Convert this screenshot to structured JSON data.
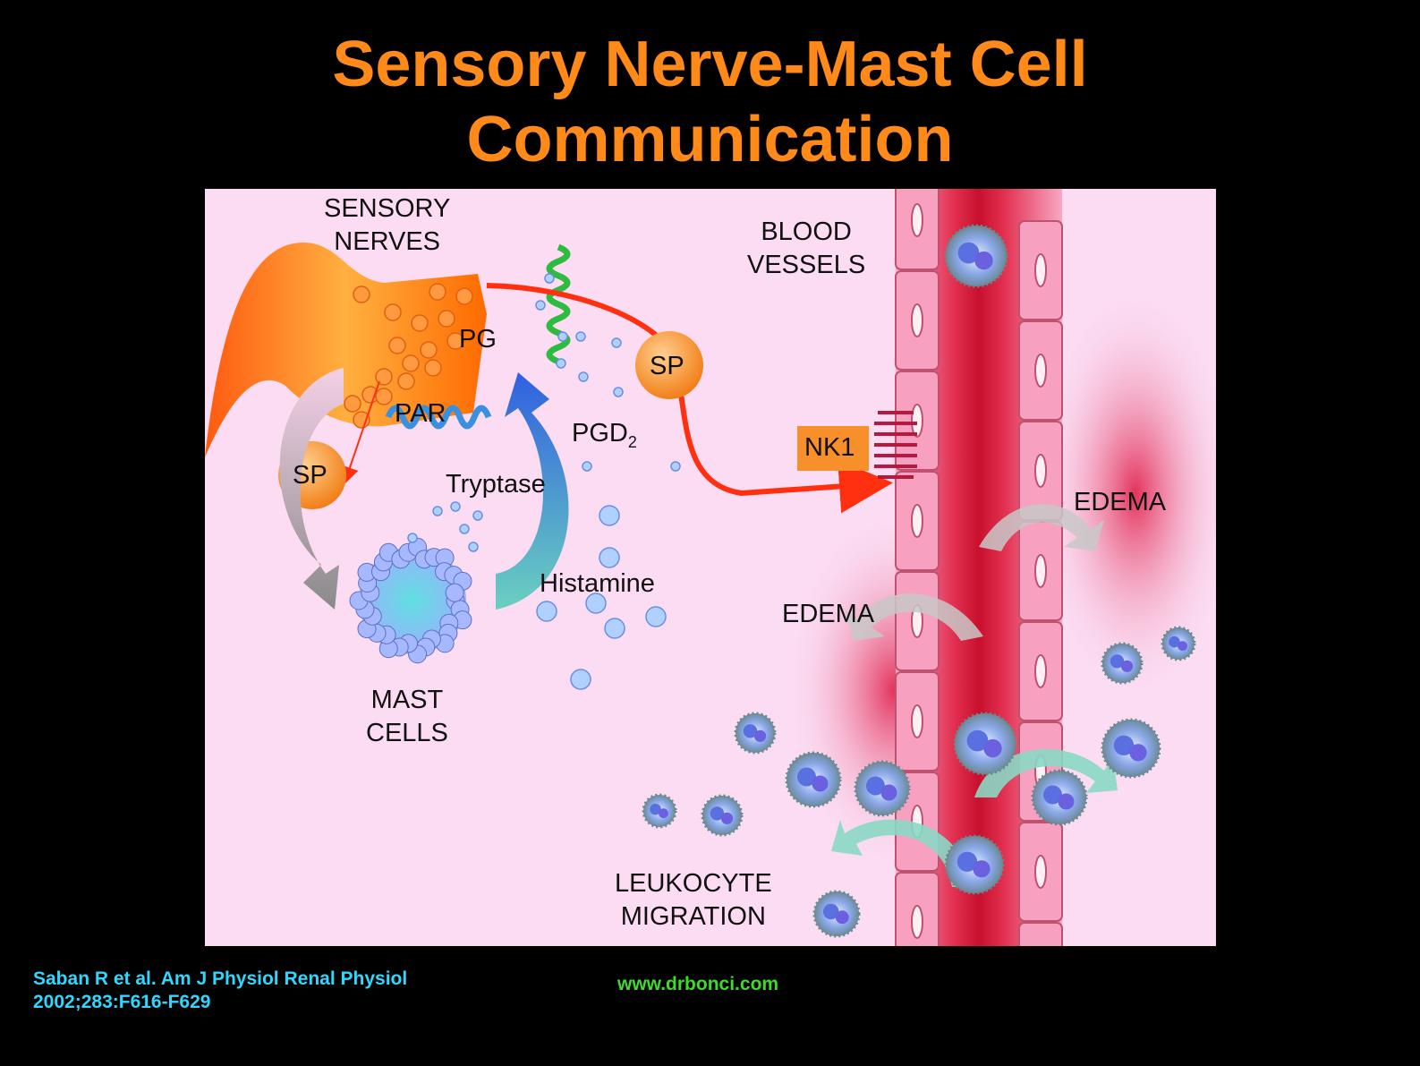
{
  "title": {
    "line1": "Sensory Nerve-Mast Cell",
    "line2": "Communication"
  },
  "figure": {
    "labels": {
      "sensory_nerves": [
        "SENSORY",
        "NERVES"
      ],
      "blood_vessels": [
        "BLOOD",
        "VESSELS"
      ],
      "pg": "PG",
      "par": "PAR",
      "sp_top": "SP",
      "sp_left": "SP",
      "pgd2_main": "PGD",
      "pgd2_sub": "2",
      "tryptase": "Tryptase",
      "nk1": "NK1",
      "histamine": "Histamine",
      "mast_cells": [
        "MAST",
        "CELLS"
      ],
      "edema_right": "EDEMA",
      "edema_left": "EDEMA",
      "leukocyte_migration": [
        "LEUKOCYTE",
        "MIGRATION"
      ]
    }
  },
  "footer": {
    "citation": [
      "Saban R et al. Am J Physiol Renal Physiol",
      "2002;283:F616-F629"
    ],
    "website": "www.drbonci.com"
  },
  "colors": {
    "title": "#ff8a1a",
    "background": "#000000",
    "figure_bg": "#fbdcf2",
    "vessel_red": "#d81e3c",
    "citation": "#2fd7ff",
    "website": "#3ddc2a"
  }
}
